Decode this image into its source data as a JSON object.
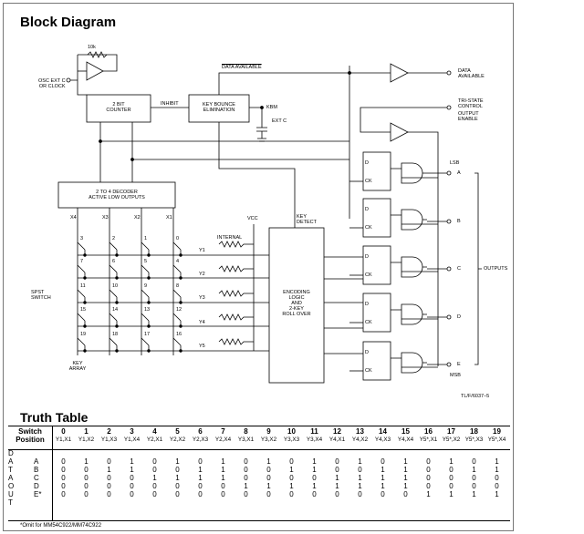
{
  "title": "Block Diagram",
  "truth_table_title": "Truth Table",
  "diagram": {
    "resistor": "10k",
    "osc": "OSC EXT C\nOR CLOCK",
    "counter": "2 BIT\nCOUNTER",
    "inhibit": "INHIBIT",
    "keybounce": "KEY BOUNCE\nELIMINATION",
    "kbm": "KBM",
    "extc": "EXT C",
    "data_available_bar": "DATA AVAILABLE",
    "data_available_out": "DATA\nAVAILABLE",
    "tristate": "TRI-STATE\nCONTROL",
    "output_enable": "OUTPUT\nENABLE",
    "decoder": "2 TO 4 DECODER\nACTIVE LOW OUTPUTS",
    "x_labels": [
      "X4",
      "X3",
      "X2",
      "X1"
    ],
    "vcc": "VCC",
    "internal": "INTERNAL",
    "key_detect": "KEY\nDETECT",
    "encoder": "ENCODING\nLOGIC\nAND\n2-KEY\nROLL OVER",
    "y_labels": [
      "Y1",
      "Y2",
      "Y3",
      "Y4",
      "Y5"
    ],
    "key_numbers": [
      [
        "3",
        "2",
        "1",
        "0"
      ],
      [
        "7",
        "6",
        "5",
        "4"
      ],
      [
        "11",
        "10",
        "9",
        "8"
      ],
      [
        "15",
        "14",
        "13",
        "12"
      ],
      [
        "19",
        "18",
        "17",
        "16"
      ]
    ],
    "spst": "SPST\nSWITCH",
    "key_array": "KEY\nARRAY",
    "lsb": "LSB",
    "msb": "MSB",
    "outputs": "OUTPUTS",
    "out_letters": [
      "A",
      "B",
      "C",
      "D",
      "E"
    ],
    "ff_d": "D",
    "ff_ck": "CK",
    "fig_id": "TL/F/6037–5"
  },
  "truth_table": {
    "row_label_1": "Switch",
    "row_label_2": "Position",
    "positions": [
      "0",
      "1",
      "2",
      "3",
      "4",
      "5",
      "6",
      "7",
      "8",
      "9",
      "10",
      "11",
      "12",
      "13",
      "14",
      "15",
      "16",
      "17",
      "18",
      "19"
    ],
    "coords": [
      "Y1,X1",
      "Y1,X2",
      "Y1,X3",
      "Y1,X4",
      "Y2,X1",
      "Y2,X2",
      "Y2,X3",
      "Y2,X4",
      "Y3,X1",
      "Y3,X2",
      "Y3,X3",
      "Y3,X4",
      "Y4,X1",
      "Y4,X2",
      "Y4,X3",
      "Y4,X4",
      "Y5*,X1",
      "Y5*,X2",
      "Y5*,X3",
      "Y5*,X4"
    ],
    "side_word": [
      "D",
      "A",
      "T",
      "A",
      "O",
      "U",
      "T"
    ],
    "rows": [
      {
        "label": "A",
        "values": [
          "0",
          "1",
          "0",
          "1",
          "0",
          "1",
          "0",
          "1",
          "0",
          "1",
          "0",
          "1",
          "0",
          "1",
          "0",
          "1",
          "0",
          "1",
          "0",
          "1"
        ]
      },
      {
        "label": "B",
        "values": [
          "0",
          "0",
          "1",
          "1",
          "0",
          "0",
          "1",
          "1",
          "0",
          "0",
          "1",
          "1",
          "0",
          "0",
          "1",
          "1",
          "0",
          "0",
          "1",
          "1"
        ]
      },
      {
        "label": "C",
        "values": [
          "0",
          "0",
          "0",
          "0",
          "1",
          "1",
          "1",
          "1",
          "0",
          "0",
          "0",
          "0",
          "1",
          "1",
          "1",
          "1",
          "0",
          "0",
          "0",
          "0"
        ]
      },
      {
        "label": "D",
        "values": [
          "0",
          "0",
          "0",
          "0",
          "0",
          "0",
          "0",
          "0",
          "1",
          "1",
          "1",
          "1",
          "1",
          "1",
          "1",
          "1",
          "0",
          "0",
          "0",
          "0"
        ]
      },
      {
        "label": "E*",
        "values": [
          "0",
          "0",
          "0",
          "0",
          "0",
          "0",
          "0",
          "0",
          "0",
          "0",
          "0",
          "0",
          "0",
          "0",
          "0",
          "0",
          "1",
          "1",
          "1",
          "1"
        ]
      }
    ],
    "footnote": "*Omit for MM54C922/MM74C922"
  }
}
